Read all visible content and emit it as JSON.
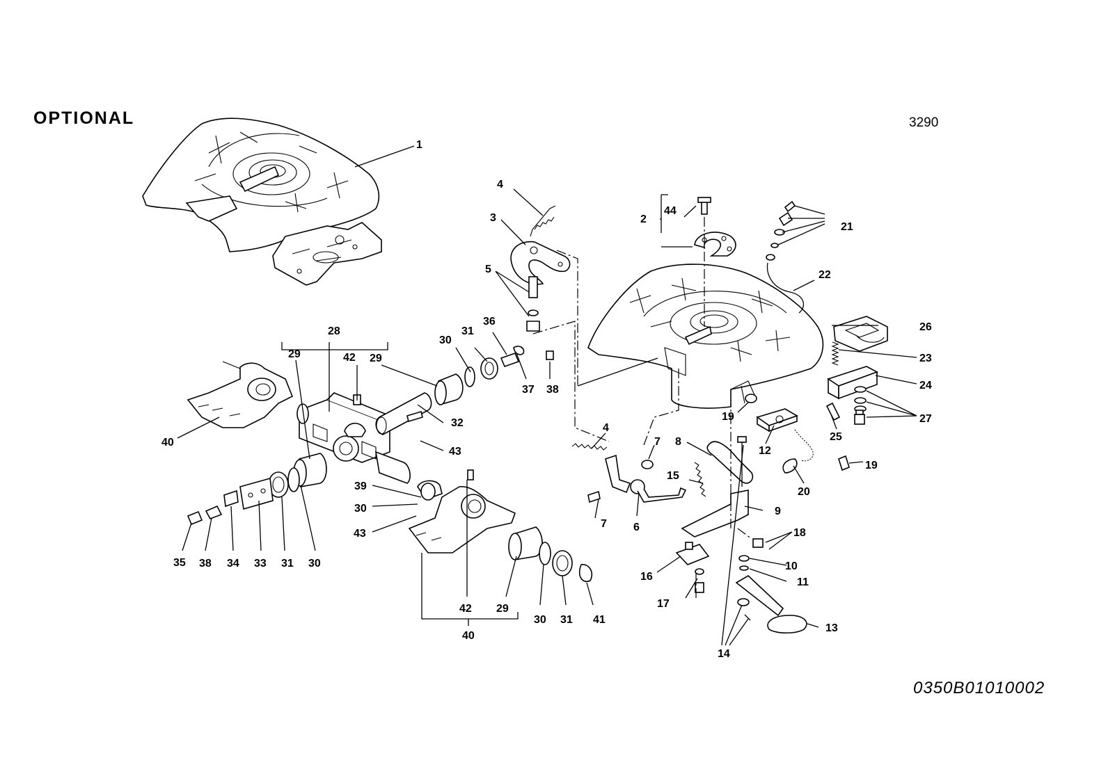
{
  "header": {
    "title": "OPTIONAL",
    "figure_number": "3290"
  },
  "footer": {
    "document_code": "0350B01010002"
  },
  "callouts": {
    "c1": "1",
    "c2": "2",
    "c3": "3",
    "c4a": "4",
    "c4b": "4",
    "c5": "5",
    "c6": "6",
    "c7a": "7",
    "c7b": "7",
    "c8": "8",
    "c9": "9",
    "c10": "10",
    "c11": "11",
    "c12": "12",
    "c13": "13",
    "c14": "14",
    "c15": "15",
    "c16": "16",
    "c17": "17",
    "c18": "18",
    "c19a": "19",
    "c19b": "19",
    "c20": "20",
    "c21": "21",
    "c22": "22",
    "c23": "23",
    "c24": "24",
    "c25": "25",
    "c26": "26",
    "c27": "27",
    "c28": "28",
    "c29a": "29",
    "c29b": "29",
    "c29c": "29",
    "c30a": "30",
    "c30b": "30",
    "c30c": "30",
    "c30d": "30",
    "c31a": "31",
    "c31b": "31",
    "c31c": "31",
    "c32": "32",
    "c33": "33",
    "c34": "34",
    "c35": "35",
    "c36": "36",
    "c37": "37",
    "c38a": "38",
    "c38b": "38",
    "c39": "39",
    "c40a": "40",
    "c40b": "40",
    "c41": "41",
    "c42a": "42",
    "c42b": "42",
    "c43a": "43",
    "c43b": "43",
    "c44": "44"
  }
}
